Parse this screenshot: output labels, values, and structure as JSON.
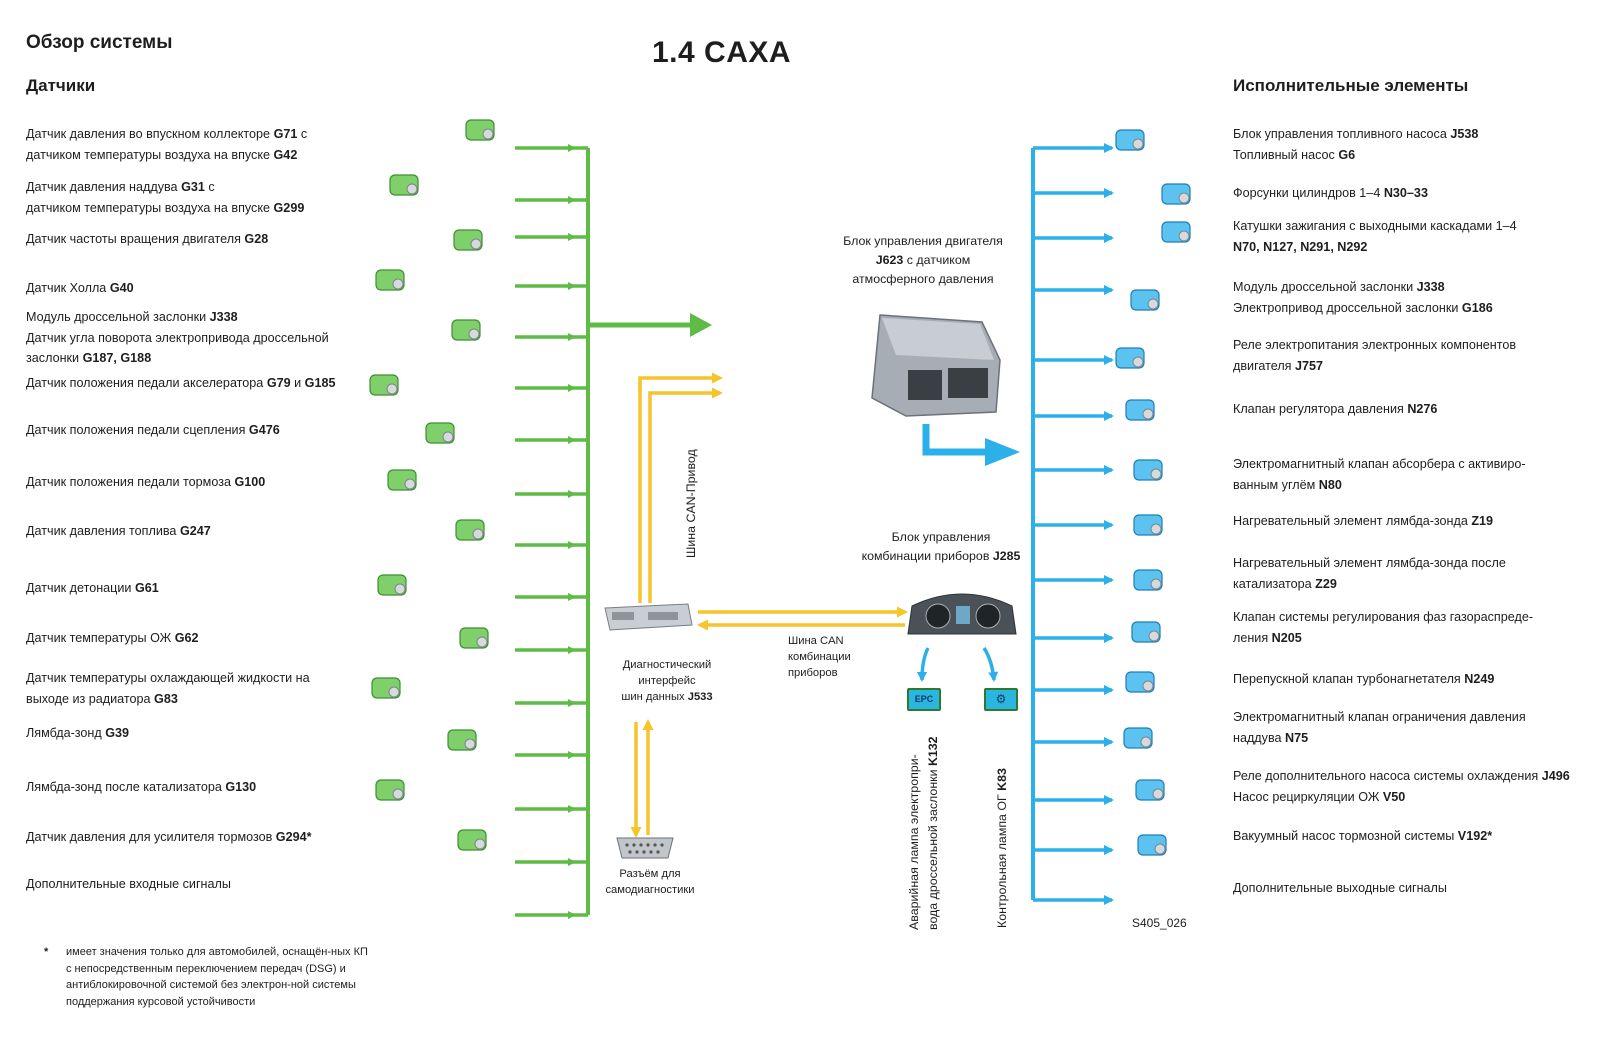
{
  "title": "Обзор системы",
  "engine_code": "1.4 CAXA",
  "sensors_heading": "Датчики",
  "actuators_heading": "Исполнительные элементы",
  "sensors": [
    {
      "lines": [
        [
          "Датчик давления во впускном коллекторе ",
          "G71",
          " с"
        ],
        [
          "датчиком температуры воздуха на впуске ",
          "G42",
          ""
        ]
      ]
    },
    {
      "lines": [
        [
          "Датчик давления наддува ",
          "G31",
          " с"
        ],
        [
          "датчиком температуры воздуха на впуске ",
          "G299",
          ""
        ]
      ]
    },
    {
      "lines": [
        [
          "Датчик частоты вращения двигателя ",
          "G28",
          ""
        ]
      ]
    },
    {
      "lines": [
        [
          "Датчик Холла ",
          "G40",
          ""
        ]
      ]
    },
    {
      "lines": [
        [
          "Модуль дроссельной заслонки ",
          "J338",
          ""
        ],
        [
          "Датчик угла поворота электропривода дроссельной",
          "",
          ""
        ],
        [
          "заслонки ",
          "G187, G188",
          ""
        ]
      ]
    },
    {
      "lines": [
        [
          "Датчик положения педали акселератора ",
          "G79",
          " и "
        ],
        [
          "",
          "",
          ""
        ]
      ],
      "extra": "G185"
    },
    {
      "lines": [
        [
          "Датчик положения педали сцепления ",
          "G476",
          ""
        ]
      ]
    },
    {
      "lines": [
        [
          "Датчик положения педали тормоза ",
          "G100",
          ""
        ]
      ]
    },
    {
      "lines": [
        [
          "Датчик давления топлива ",
          "G247",
          ""
        ]
      ]
    },
    {
      "lines": [
        [
          "Датчик детонации ",
          "G61",
          ""
        ]
      ]
    },
    {
      "lines": [
        [
          "Датчик температуры ОЖ ",
          "G62",
          ""
        ]
      ]
    },
    {
      "lines": [
        [
          "Датчик температуры охлаждающей жидкости на",
          "",
          ""
        ],
        [
          "выходе из радиатора ",
          "G83",
          ""
        ]
      ]
    },
    {
      "lines": [
        [
          "Лямбда-зонд ",
          "G39",
          ""
        ]
      ]
    },
    {
      "lines": [
        [
          "Лямбда-зонд после катализатора ",
          "G130",
          ""
        ]
      ]
    },
    {
      "lines": [
        [
          "Датчик давления для усилителя тормозов ",
          "G294*",
          ""
        ]
      ]
    },
    {
      "lines": [
        [
          "Дополнительные входные сигналы",
          "",
          ""
        ]
      ]
    }
  ],
  "actuators": [
    {
      "lines": [
        [
          "Блок управления топливного насоса ",
          "J538",
          ""
        ],
        [
          "Топливный насос ",
          "G6",
          ""
        ]
      ]
    },
    {
      "lines": [
        [
          "Форсунки цилиндров 1–4 ",
          "N30–33",
          ""
        ]
      ]
    },
    {
      "lines": [
        [
          "Катушки зажигания с выходными каскадами 1–4",
          "",
          ""
        ],
        [
          "",
          "N70, N127, N291, N292",
          ""
        ]
      ]
    },
    {
      "lines": [
        [
          "Модуль дроссельной заслонки ",
          "J338",
          ""
        ],
        [
          "Электропривод дроссельной заслонки ",
          "G186",
          ""
        ]
      ]
    },
    {
      "lines": [
        [
          "Реле электропитания электронных компонентов",
          "",
          ""
        ],
        [
          "двигателя ",
          "J757",
          ""
        ]
      ]
    },
    {
      "lines": [
        [
          "Клапан регулятора давления ",
          "N276",
          ""
        ]
      ]
    },
    {
      "lines": [
        [
          "Электромагнитный клапан абсорбера с активиро-",
          "",
          ""
        ],
        [
          "ванным углём ",
          "N80",
          ""
        ]
      ]
    },
    {
      "lines": [
        [
          "Нагревательный элемент лямбда-зонда ",
          "Z19",
          ""
        ]
      ]
    },
    {
      "lines": [
        [
          "Нагревательный элемент лямбда-зонда после",
          "",
          ""
        ],
        [
          "катализатора ",
          "Z29",
          ""
        ]
      ]
    },
    {
      "lines": [
        [
          "Клапан системы регулирования фаз газораспреде-",
          "",
          ""
        ],
        [
          "ления ",
          "N205",
          ""
        ]
      ]
    },
    {
      "lines": [
        [
          "Перепускной клапан турбонагнетателя ",
          "N249",
          ""
        ]
      ]
    },
    {
      "lines": [
        [
          "Электромагнитный клапан ограничения давления",
          "",
          ""
        ],
        [
          "наддува ",
          "N75",
          ""
        ]
      ]
    },
    {
      "lines": [
        [
          "Реле дополнительного насоса системы охлаждения ",
          "J496",
          ""
        ],
        [
          "Насос рециркуляции ОЖ ",
          "V50",
          ""
        ]
      ]
    },
    {
      "lines": [
        [
          "Вакуумный насос тормозной системы ",
          "V192*",
          ""
        ]
      ]
    },
    {
      "lines": [
        [
          "Дополнительные выходные сигналы",
          "",
          ""
        ]
      ]
    }
  ],
  "ecu": {
    "line1": "Блок управления двигателя",
    "code": "J623",
    "line2_rest": " с датчиком",
    "line3": "атмосферного давления"
  },
  "cluster": {
    "line1": "Блок управления",
    "line2": "комбинации приборов ",
    "code": "J285"
  },
  "gateway": {
    "line1": "Диагностический",
    "line2": "интерфейс",
    "line3": "шин данных ",
    "code": "J533"
  },
  "diag_connector": {
    "line1": "Разъём для",
    "line2": "самодиагностики"
  },
  "can_drive": "Шина CAN-Привод",
  "can_cluster": {
    "line1": "Шина CAN",
    "line2": "комбинации",
    "line3": "приборов"
  },
  "lamp_epc": {
    "badge": "EPC",
    "line1": "Аварийная лампа электропри-",
    "line2": "вода дроссельной заслонки ",
    "code": "K132"
  },
  "lamp_mil": {
    "line1": "Контрольная лампа ОГ ",
    "code": "K83"
  },
  "figure_id": "S405_026",
  "footnote": {
    "mark": "*",
    "text": "имеет значения только для автомобилей, оснащён-ных КП с непосредственным переключением передач (DSG) и антиблокировочной системой без электрон-ной системы поддержания курсовой устойчивости"
  },
  "colors": {
    "green": "#5dbb46",
    "blue": "#2bb0ea",
    "yellow": "#f6c42b",
    "ecu": "#9aa3ab"
  }
}
